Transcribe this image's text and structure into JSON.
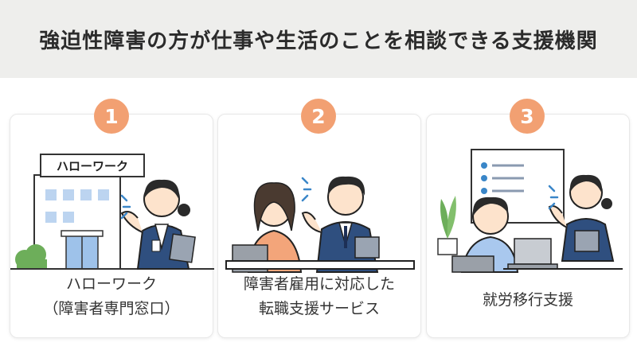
{
  "title": "強迫性障害の方が仕事や生活のことを相談できる支援機関",
  "cards": [
    {
      "number": "1",
      "line1": "ハローワーク",
      "line2": "（障害者専門窓口）",
      "sign": "ハローワーク"
    },
    {
      "number": "2",
      "line1": "障害者雇用に対応した",
      "line2": "転職支援サービス"
    },
    {
      "number": "3",
      "line1": "就労移行支援",
      "line2": ""
    }
  ],
  "colors": {
    "accent": "#f2a072",
    "header_bg": "#eeeeec",
    "suit": "#2f4f7f"
  }
}
